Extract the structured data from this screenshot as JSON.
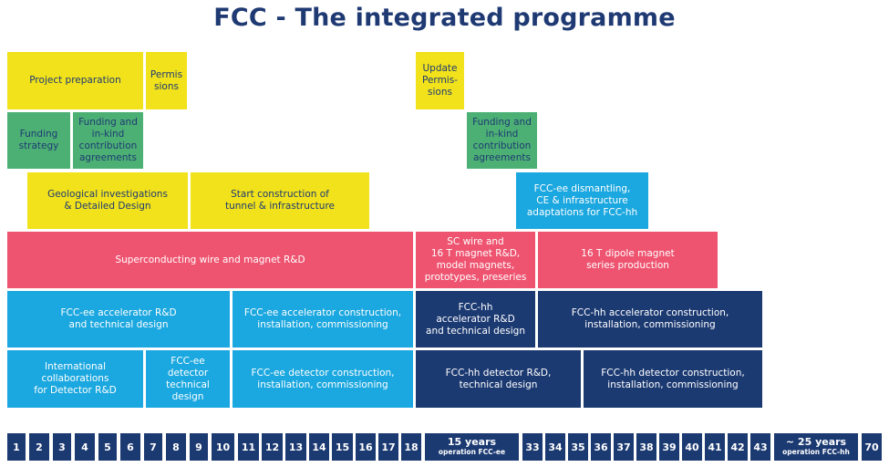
{
  "title": "FCC - The integrated programme",
  "colors": {
    "yellow": "#f1e21b",
    "green": "#4cb074",
    "cyan": "#1ba7df",
    "red": "#ee5470",
    "navy": "#1c3a72",
    "title": "#1f3a73"
  },
  "blocks": {
    "project_preparation": "Project preparation",
    "permissions": "Permis\nsions",
    "update_permissions": "Update\nPermis-\nsions",
    "funding_strategy": "Funding\nstrategy",
    "funding_agreements": "Funding and\nin-kind\ncontribution\nagreements",
    "funding_agreements_2": "Funding and\nin-kind\ncontribution\nagreements",
    "geological": "Geological investigations\n& Detailed Design",
    "start_construction": "Start construction of\ntunnel & infrastructure",
    "fccee_dismantling": "FCC-ee dismantling,\nCE & infrastructure\nadaptations for FCC-hh",
    "sc_wire_rd": "Superconducting wire and magnet R&D",
    "sc_wire_16t": "SC wire and\n16 T magnet R&D,\nmodel magnets,\nprototypes, preseries",
    "dipole_production": "16 T dipole magnet\nseries production",
    "fccee_acc_rd": "FCC-ee accelerator R&D\nand technical design",
    "fccee_acc_construction": "FCC-ee accelerator construction,\ninstallation, commissioning",
    "fcchh_acc_rd": "FCC-hh\naccelerator R&D\nand technical design",
    "fcchh_acc_construction": "FCC-hh accelerator construction,\ninstallation, commissioning",
    "intl_collab": "International\ncollaborations\nfor Detector R&D",
    "fccee_det_design": "FCC-ee\ndetector\ntechnical\ndesign",
    "fccee_det_construction": "FCC-ee detector construction,\ninstallation, commissioning",
    "fcchh_det_rd": "FCC-hh detector R&D,\ntechnical design",
    "fcchh_det_construction": "FCC-hh detector construction,\ninstallation, commissioning"
  },
  "timeline": {
    "years_a": [
      "1",
      "2",
      "3",
      "4",
      "5",
      "6",
      "7",
      "8",
      "9",
      "10",
      "11",
      "12",
      "13",
      "14",
      "15",
      "16",
      "17",
      "18"
    ],
    "op_ee_years": "15 years",
    "op_ee_label": "operation FCC-ee",
    "years_b": [
      "33",
      "34",
      "35",
      "36",
      "37",
      "38",
      "39",
      "40",
      "41",
      "42",
      "43"
    ],
    "op_hh_years": "~ 25 years",
    "op_hh_label": "operation FCC-hh",
    "year_end": "70"
  }
}
